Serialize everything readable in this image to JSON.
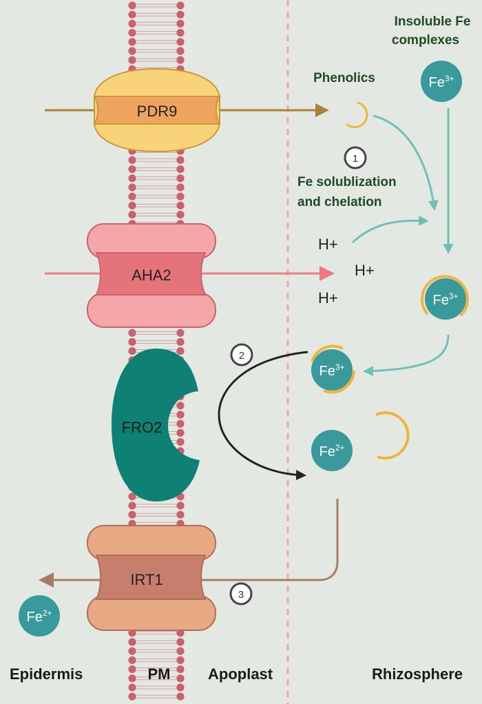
{
  "regions": {
    "epidermis": "Epidermis",
    "pm": "PM",
    "apoplast": "Apoplast",
    "rhizosphere": "Rhizosphere"
  },
  "proteins": {
    "pdr9": "PDR9",
    "aha2": "AHA2",
    "fro2": "FRO2",
    "irt1": "IRT1"
  },
  "labels": {
    "insoluble_line1": "Insoluble Fe",
    "insoluble_line2": "complexes",
    "phenolics": "Phenolics",
    "solubilization_line1": "Fe solublization",
    "solubilization_line2": "and chelation",
    "h_plus": "H+"
  },
  "ions": {
    "fe3_base": "Fe",
    "fe3_charge": "3+",
    "fe2_base": "Fe",
    "fe2_charge": "2+"
  },
  "steps": [
    "1",
    "2",
    "3"
  ],
  "colors": {
    "background": "#e3e9e2",
    "membrane_head": "#c9616e",
    "pdr9_light": "#f9d37a",
    "pdr9_band": "#eea45f",
    "aha2_light": "#f4a6a9",
    "aha2_band": "#e4747a",
    "fro2": "#0f8074",
    "irt1_light": "#e6a984",
    "irt1_band": "#c87e6d",
    "teal": "#6cc2b6",
    "iron_teal": "#3a9a9b",
    "phenolic_orange": "#f2b33c",
    "label_green": "#1f4a23",
    "apoplast_boundary": "#f0a7a6"
  }
}
